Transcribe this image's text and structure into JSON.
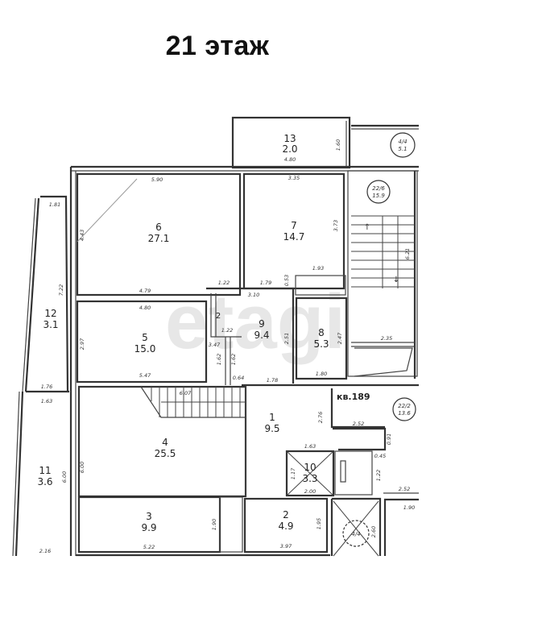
{
  "title": "21 этаж",
  "watermark": "etagi",
  "flat_label": "кв.189",
  "rooms": [
    {
      "num": "1",
      "area": "9.5"
    },
    {
      "num": "2",
      "area": "4.9"
    },
    {
      "num": "3",
      "area": "9.9"
    },
    {
      "num": "4",
      "area": "25.5"
    },
    {
      "num": "5",
      "area": "15.0"
    },
    {
      "num": "6",
      "area": "27.1"
    },
    {
      "num": "7",
      "area": "14.7"
    },
    {
      "num": "8",
      "area": "5.3"
    },
    {
      "num": "9",
      "area": "9.4"
    },
    {
      "num": "10",
      "area": "3.3"
    },
    {
      "num": "11",
      "area": "3.6"
    },
    {
      "num": "12",
      "area": "3.1"
    },
    {
      "num": "13",
      "area": "2.0"
    }
  ],
  "dimensions": {
    "room6_top": "5.90",
    "room6_left": "4.43",
    "room6_bottom": "4.79",
    "room7_top": "3.35",
    "room7_right": "3.73",
    "room7_bottom_a": "1.93",
    "room7_bottom_b": "1.79",
    "room7_corner": "0.53",
    "room13_right": "1.60",
    "room13_bottom": "4.80",
    "room5_top": "4.80",
    "room5_left": "2.97",
    "room5_bottom": "5.47",
    "room9_top": "3.10",
    "room9_right": "2.51",
    "room9_bottom": "1.78",
    "small_top": "1.22",
    "small_inner": "1.22",
    "small_side": "3.47",
    "corridor_a": "1.62",
    "corridor_b": "1.62",
    "corridor_c": "0.64",
    "room8_right": "2.47",
    "room8_bottom": "1.80",
    "stair_bottom": "2.35",
    "stair_right": "6.21",
    "room12_top": "1.81",
    "room12_left": "7.22",
    "room12_bottom": "1.76",
    "room11_top": "1.63",
    "room11_left": "6.00",
    "room11_bottom": "2.16",
    "room4_stair": "6.07",
    "room4_left": "6.00",
    "room1_side": "2.76",
    "shaft_top": "2.52",
    "shaft_right": "0.91",
    "shaft_inner": "0.45",
    "shaft_side": "1.22",
    "room10_top": "1.63",
    "room10_side": "1.17",
    "room10_bottom": "2.00",
    "room3_bottom": "5.22",
    "room3_right": "1.90",
    "room2_bottom": "3.97",
    "room2_right": "1.95",
    "vent_right": "2.60",
    "corner_top": "2.52",
    "corner_side": "1.90"
  },
  "circle_marks": [
    {
      "id": "mark-top-right",
      "text": "4/4\n5.1"
    },
    {
      "id": "mark-stair",
      "text": "22/6\n15.9"
    },
    {
      "id": "mark-right",
      "text": "22/2\n13.6"
    },
    {
      "id": "mark-vent",
      "text": "4/4"
    }
  ]
}
